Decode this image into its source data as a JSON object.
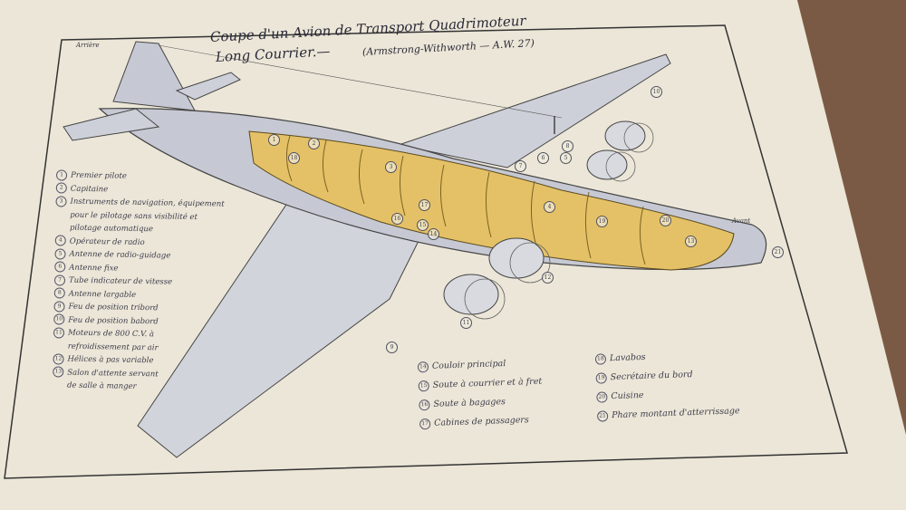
{
  "title": {
    "line1": "Coupe d'un Avion de Transport Quadrimoteur",
    "line2": "Long Courrier.—",
    "line2b": "(Armstrong-Withworth — A.W. 27)"
  },
  "labels": {
    "rear": "Arrière",
    "front": "Avant"
  },
  "legend_left": [
    {
      "n": "1",
      "text": "Premier pilote"
    },
    {
      "n": "2",
      "text": "Capitaine"
    },
    {
      "n": "3",
      "text": "Instruments de navigation, équipement"
    },
    {
      "n": "",
      "text": "pour le pilotage sans visibilité et"
    },
    {
      "n": "",
      "text": "pilotage automatique"
    },
    {
      "n": "4",
      "text": "Opérateur de radio"
    },
    {
      "n": "5",
      "text": "Antenne de radio-guidage"
    },
    {
      "n": "6",
      "text": "Antenne fixe"
    },
    {
      "n": "7",
      "text": "Tube indicateur de vitesse"
    },
    {
      "n": "8",
      "text": "Antenne largable"
    },
    {
      "n": "9",
      "text": "Feu de position tribord"
    },
    {
      "n": "10",
      "text": "Feu de position babord"
    },
    {
      "n": "11",
      "text": "Moteurs de 800 C.V. à"
    },
    {
      "n": "",
      "text": "refroidissement par air"
    },
    {
      "n": "12",
      "text": "Hélices à pas variable"
    },
    {
      "n": "13",
      "text": "Salon d'attente servant"
    },
    {
      "n": "",
      "text": "de salle à manger"
    }
  ],
  "legend_bottom_1": [
    {
      "n": "14",
      "text": "Couloir principal"
    },
    {
      "n": "15",
      "text": "Soute à courrier et à fret"
    },
    {
      "n": "16",
      "text": "Soute à bagages"
    },
    {
      "n": "17",
      "text": "Cabines de passagers"
    }
  ],
  "legend_bottom_2": [
    {
      "n": "18",
      "text": "Lavabos"
    },
    {
      "n": "19",
      "text": "Secrétaire du bord"
    },
    {
      "n": "20",
      "text": "Cuisine"
    },
    {
      "n": "21",
      "text": "Phare montant d'atterrissage"
    }
  ],
  "callouts": [
    "1",
    "2",
    "3",
    "4",
    "5",
    "6",
    "7",
    "8",
    "9",
    "10",
    "11",
    "12",
    "13",
    "14",
    "15",
    "16",
    "17",
    "18",
    "19",
    "20",
    "21"
  ],
  "colors": {
    "paper": "#efe9dc",
    "fuselage": "#c9ccd6",
    "cabin": "#e8c46a",
    "ink": "#2a2a38"
  }
}
